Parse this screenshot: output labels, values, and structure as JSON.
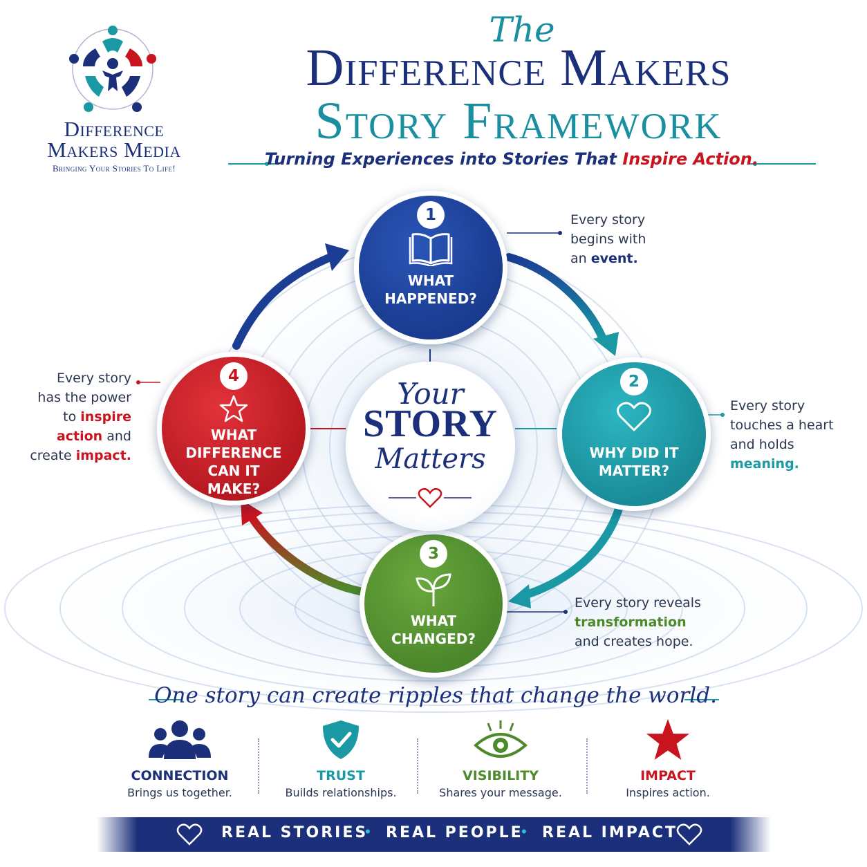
{
  "brand": {
    "name_line1": "Difference",
    "name_line2": "Makers Media",
    "tagline": "Bringing Your Stories To Life!"
  },
  "title": {
    "the": "The",
    "line1": "Difference Makers",
    "line2": "Story Framework",
    "tagline_before": "Turning Experiences into Stories That ",
    "tagline_highlight": "Inspire Action."
  },
  "steps": [
    {
      "number": "1",
      "label": "WHAT\nHAPPENED?",
      "icon": "open-book-icon",
      "color": "#1b3d94",
      "desc": {
        "before": "Every story\nbegins with\nan ",
        "highlight": "event.",
        "highlight_color": "#1b2f7a"
      }
    },
    {
      "number": "2",
      "label": "WHY DID IT\nMATTER?",
      "icon": "heart-icon",
      "color": "#1a98a4",
      "desc": {
        "before": "Every story\ntouches a heart\nand holds\n",
        "highlight": "meaning.",
        "highlight_color": "#1a98a4"
      }
    },
    {
      "number": "3",
      "label": "WHAT\nCHANGED?",
      "icon": "sprout-icon",
      "color": "#4d8a2c",
      "desc": {
        "before": "Every story reveals\n",
        "highlight": "transformation",
        "after": "\nand creates hope.",
        "highlight_color": "#4d8a2c"
      }
    },
    {
      "number": "4",
      "label": "WHAT\nDIFFERENCE\nCAN IT\nMAKE?",
      "icon": "star-outline-icon",
      "color": "#c8141e",
      "desc": {
        "line1": "Every story",
        "line2": "has the power",
        "line3_before": "to ",
        "line3_highlight": "inspire",
        "line4_highlight": "action",
        "line4_after": " and",
        "line5_before": "create ",
        "line5_highlight": "impact.",
        "highlight_color": "#c8141e"
      }
    }
  ],
  "center": {
    "your": "Your",
    "story": "STORY",
    "matters": "Matters"
  },
  "ripple_text": "One story can create ripples that change the world.",
  "pillars": [
    {
      "title": "CONNECTION",
      "desc": "Brings us together.",
      "icon": "people-group-icon",
      "color": "#1b2f7a"
    },
    {
      "title": "TRUST",
      "desc": "Builds relationships.",
      "icon": "shield-check-icon",
      "color": "#1a98a4"
    },
    {
      "title": "VISIBILITY",
      "desc": "Shares your message.",
      "icon": "eye-icon",
      "color": "#4d8a2c"
    },
    {
      "title": "IMPACT",
      "desc": "Inspires action.",
      "icon": "star-icon",
      "color": "#c8141e"
    }
  ],
  "banner": {
    "items": [
      "REAL STORIES",
      "REAL PEOPLE",
      "REAL IMPACT"
    ]
  }
}
